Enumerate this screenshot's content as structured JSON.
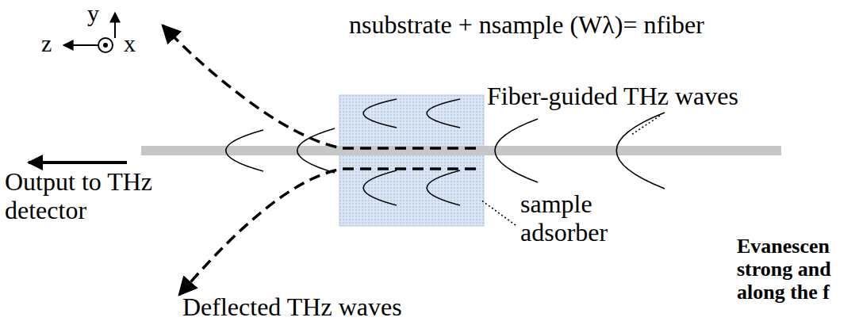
{
  "diagram": {
    "labels": [
      "y",
      "z",
      "x",
      "nsubstrate + nsample (Wλ)= nfiber",
      "Fiber-guided THz waves",
      "Output to THz detector",
      "sample adsorber",
      "Deflected THz waves",
      "Evanescen strong and along the f"
    ]
  }
}
